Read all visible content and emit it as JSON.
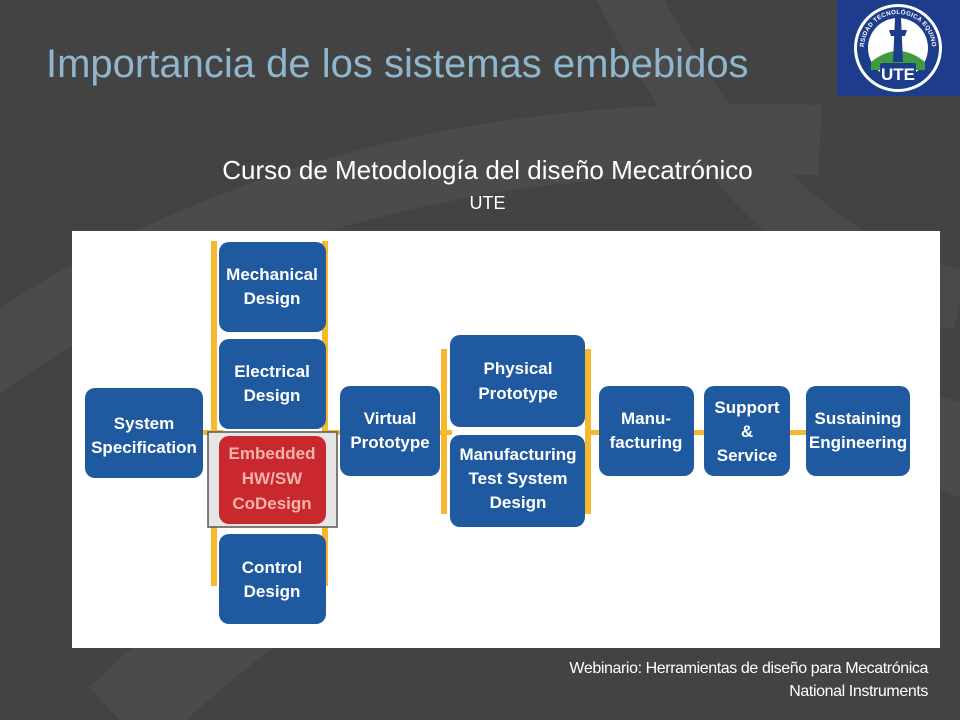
{
  "slide": {
    "title": "Importancia de los sistemas embebidos",
    "subtitle": "Curso de Metodología del diseño Mecatrónico",
    "subtitle2": "UTE"
  },
  "logo": {
    "ring_text": "UNIVERSIDAD TECNOLÓGICA EQUINOCCIAL",
    "acronym": "UTE"
  },
  "diagram": {
    "boxes": {
      "system_specification": [
        "System",
        "Specification"
      ],
      "mechanical_design": [
        "Mechanical",
        "Design"
      ],
      "electrical_design": [
        "Electrical",
        "Design"
      ],
      "embedded_codesign": [
        "Embedded",
        "HW/SW",
        "CoDesign"
      ],
      "control_design": [
        "Control",
        "Design"
      ],
      "virtual_prototype": [
        "Virtual",
        "Prototype"
      ],
      "physical_prototype": [
        "Physical",
        "Prototype"
      ],
      "manufacturing_test": [
        "Manufacturing",
        "Test System",
        "Design"
      ],
      "manufacturing": [
        "Manu-",
        "facturing"
      ],
      "support_service": [
        "Support",
        "&",
        "Service"
      ],
      "sustaining_engineering": [
        "Sustaining",
        "Engineering"
      ]
    }
  },
  "footer": {
    "line1": "Webinario: Herramientas de diseño para Mecatrónica",
    "line2": "National Instruments"
  },
  "colors": {
    "background": "#434343",
    "title": "#8fb6cc",
    "box_blue": "#1f5aa0",
    "box_highlight": "#c9282e",
    "connector": "#f5b82e",
    "logo_bg": "#1d3d8c"
  }
}
